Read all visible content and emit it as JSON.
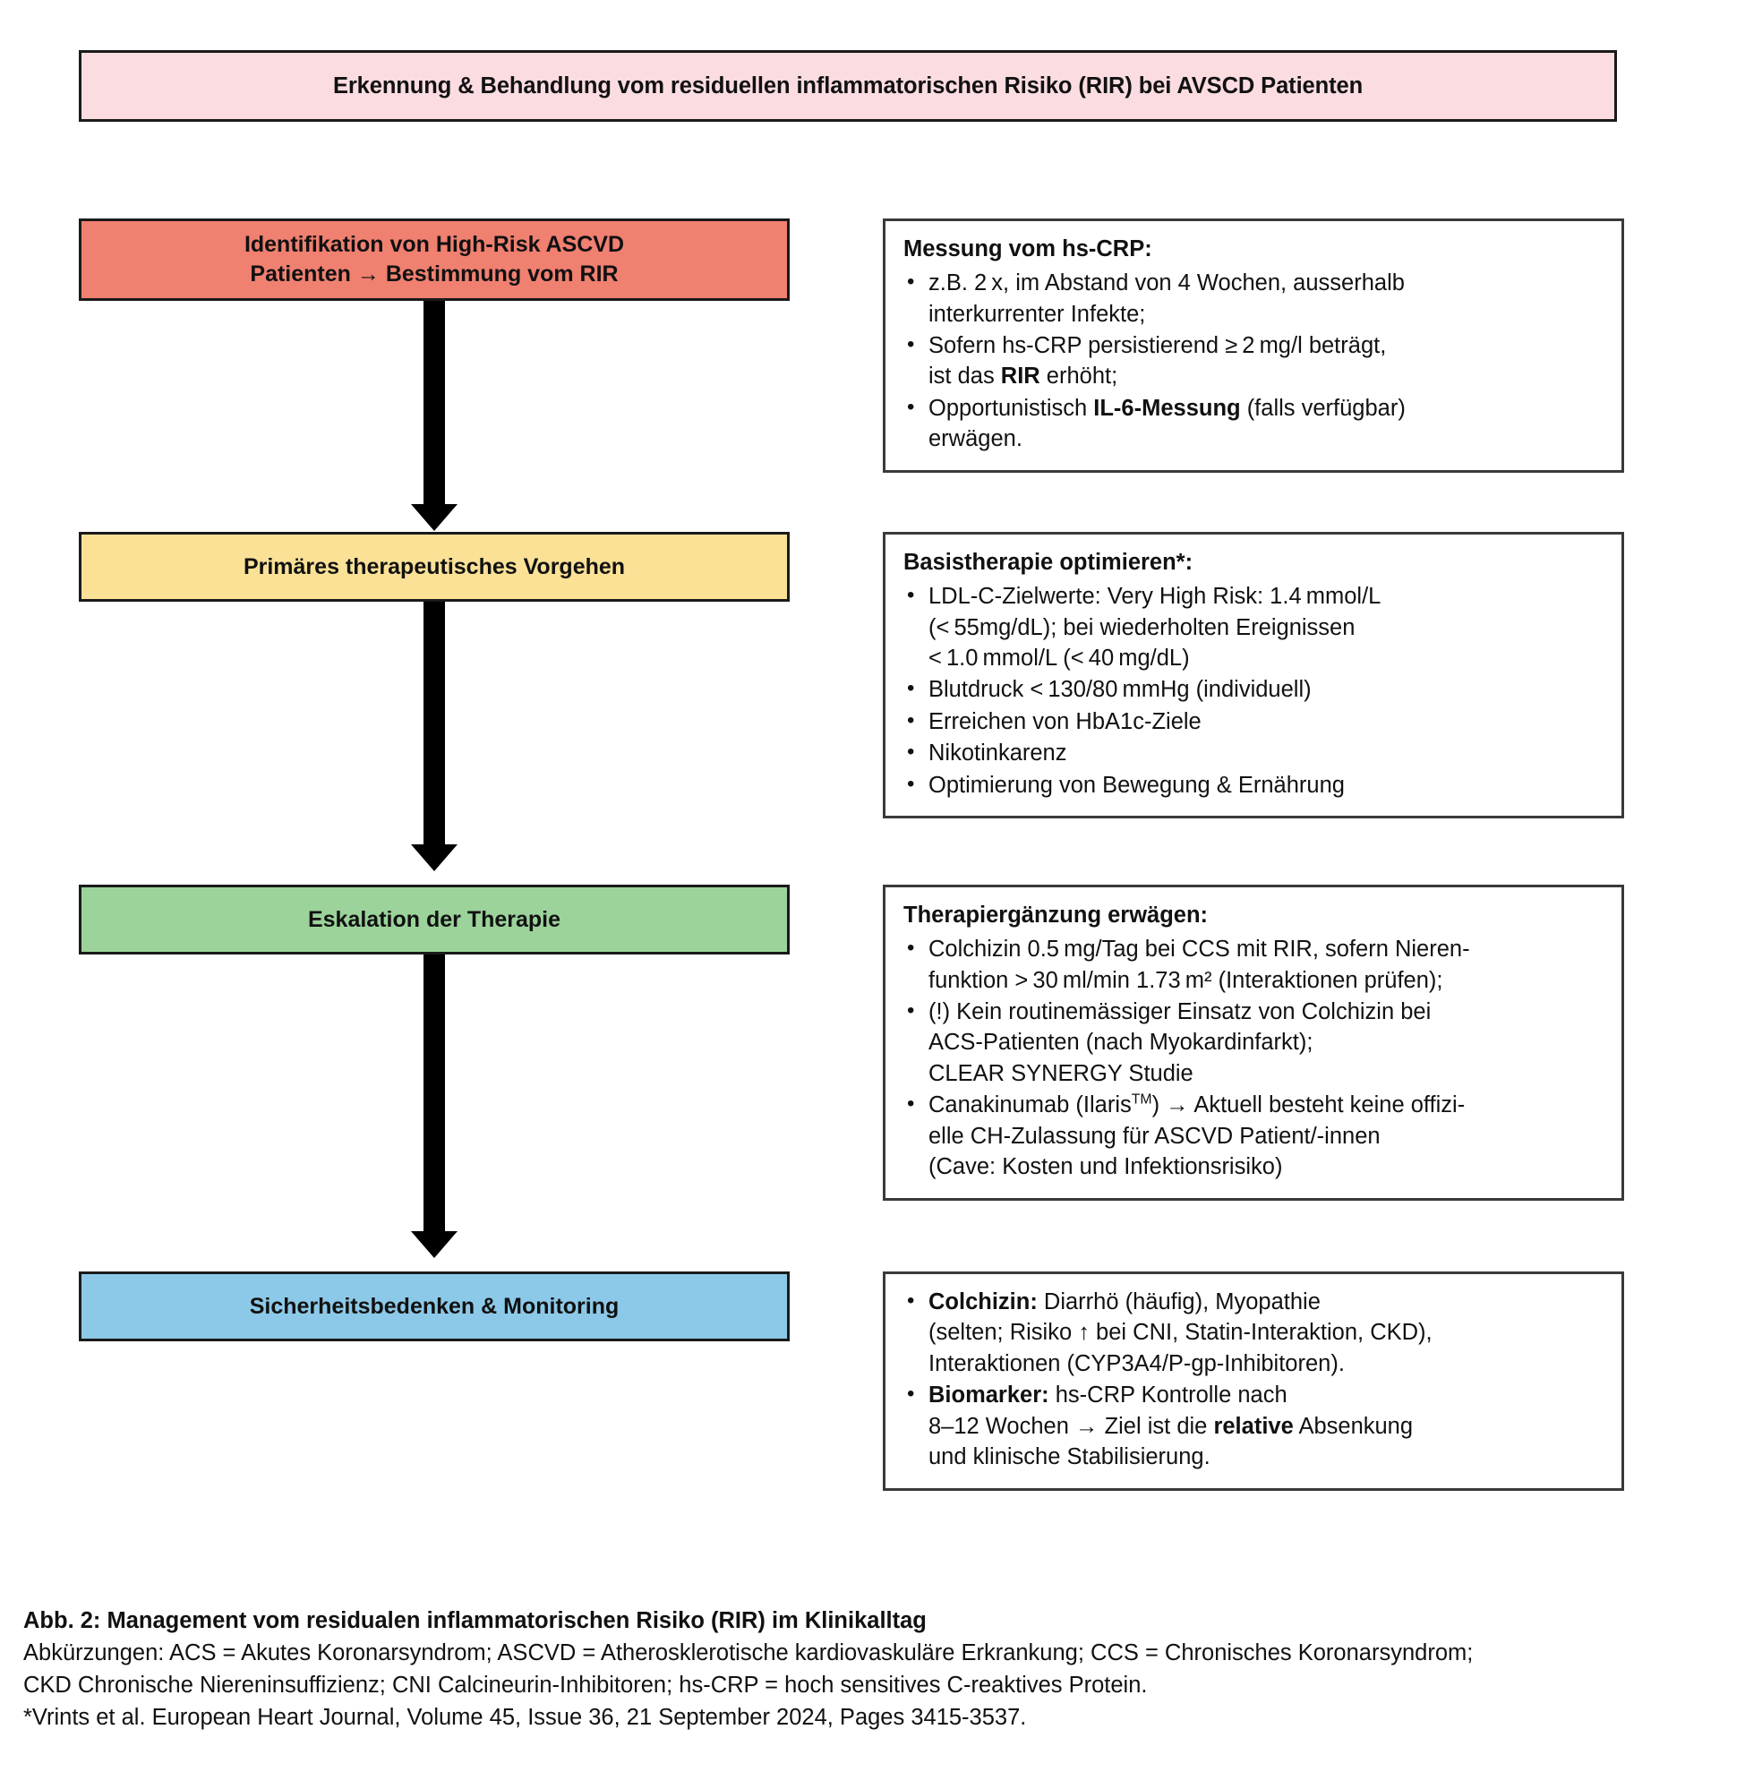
{
  "figure": {
    "title": "Erkennung & Behandlung vom residuellen inflammatorischen Risiko (RIR) bei AVSCD Patienten"
  },
  "colors": {
    "title_banner": "#fadce1",
    "step_identify": "#f08070",
    "step_primary": "#fae196",
    "step_escalate": "#9bd39b",
    "step_safety": "#8cc9e8",
    "panel_border": "#3a3a3a",
    "box_border": "#1a1a1a",
    "arrow": "#000000"
  },
  "flow": {
    "steps": [
      {
        "id": "identify",
        "lines": [
          "Identifikation von High-Risk ASCVD",
          "Patienten → Bestimmung vom RIR"
        ]
      },
      {
        "id": "primary",
        "lines": [
          "Primäres therapeutisches Vorgehen"
        ]
      },
      {
        "id": "escalate",
        "lines": [
          "Eskalation der Therapie"
        ]
      },
      {
        "id": "safety",
        "lines": [
          "Sicherheitsbedenken & Monitoring"
        ]
      }
    ]
  },
  "panels": {
    "hscrp": {
      "heading": "Messung vom hs-CRP:",
      "bullets": [
        {
          "lines": [
            "z.B. 2 x, im Abstand von 4 Wochen, ausserhalb",
            "interkurrenter Infekte;"
          ]
        },
        {
          "lines": [
            "Sofern hs-CRP persistierend ≥ 2 mg/l beträgt,",
            "ist das RIR erhöht;"
          ]
        },
        {
          "lines": [
            "Opportunistisch IL-6-Messung (falls verfügbar)",
            "erwägen."
          ]
        }
      ]
    },
    "basis": {
      "heading": "Basistherapie optimieren*:",
      "bullets": [
        {
          "lines": [
            "LDL-C-Zielwerte: Very High Risk: 1.4 mmol/L",
            "(< 55mg/dL); bei wiederholten Ereignissen",
            "< 1.0 mmol/L (< 40 mg/dL)"
          ]
        },
        {
          "lines": [
            "Blutdruck < 130/80 mmHg (individuell)"
          ]
        },
        {
          "lines": [
            "Erreichen von HbA1c-Ziele"
          ]
        },
        {
          "lines": [
            "Nikotinkarenz"
          ]
        },
        {
          "lines": [
            "Optimierung von Bewegung & Ernährung"
          ]
        }
      ]
    },
    "therapie": {
      "heading": "Therapiergänzung erwägen:",
      "bullets": [
        {
          "lines": [
            "Colchizin 0.5 mg/Tag bei CCS mit RIR, sofern Nieren-",
            "funktion > 30 ml/min 1.73 m² (Interaktionen prüfen);"
          ]
        },
        {
          "lines": [
            "(!) Kein routinemässiger Einsatz von Colchizin bei",
            "ACS-Patienten (nach Myokardinfarkt);",
            "CLEAR SYNERGY Studie"
          ]
        },
        {
          "lines": [
            "Canakinumab (Ilaris™) → Aktuell besteht keine offizi-",
            "elle CH-Zulassung für ASCVD Patient/-innen",
            "(Cave: Kosten und Infektionsrisiko)"
          ]
        }
      ]
    },
    "safety": {
      "heading": "",
      "bullets": [
        {
          "lead": "Colchizin:",
          "lines": [
            "Diarrhö (häufig), Myopathie",
            "(selten; Risiko ↑ bei CNI, Statin-Interaktion, CKD),",
            "Interaktionen (CYP3A4/P-gp-Inhibitoren)."
          ]
        },
        {
          "lead": "Biomarker:",
          "lines": [
            "hs-CRP Kontrolle nach",
            "8–12 Wochen → Ziel ist die relative Absenkung",
            "und klinische Stabilisierung."
          ]
        }
      ]
    }
  },
  "caption": {
    "title": "Abb. 2: Management vom residualen inflammatorischen Risiko (RIR) im Klinikalltag",
    "lines": [
      "Abkürzungen: ACS = Akutes Koronarsyndrom; ASCVD = Atherosklerotische kardiovaskuläre Erkrankung; CCS = Chronisches Koronarsyndrom;",
      "CKD Chronische Niereninsuffizienz; CNI Calcineurin-Inhibitoren; hs-CRP = hoch sensitives C-reaktives Protein.",
      "*Vrints et al. European Heart Journal, Volume 45, Issue 36, 21 September 2024, Pages 3415-3537."
    ]
  }
}
